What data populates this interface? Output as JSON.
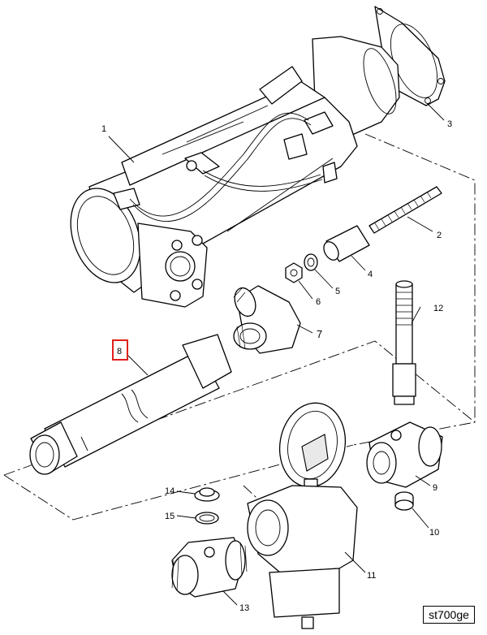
{
  "callouts": {
    "c1": "1",
    "c2": "2",
    "c3": "3",
    "c4": "4",
    "c5": "5",
    "c6": "6",
    "c7": "7",
    "c8": "8",
    "c9": "9",
    "c10": "10",
    "c11": "11",
    "c12": "12",
    "c13": "13",
    "c14": "14",
    "c15": "15"
  },
  "reference_code": "st700ge",
  "highlight": {
    "callout": "8",
    "color": "#e0201b"
  }
}
